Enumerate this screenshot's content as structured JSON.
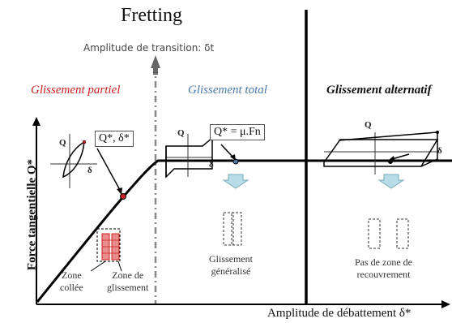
{
  "title": "Fretting",
  "transition_label": "Amplitude de transition: δt",
  "regions": {
    "partial": "Glissement partiel",
    "total": "Glissement total",
    "alternatif": "Glissement alternatif"
  },
  "axes": {
    "y": "Force tangentielle Q*",
    "x": "Amplitude de débattement δ*"
  },
  "boxes": {
    "partial": "Q*, δ*",
    "total": "Q* = μ.Fn"
  },
  "loop_axis": {
    "q": "Q",
    "delta": "δ"
  },
  "annotations": {
    "zone_collee": [
      "Zone",
      "collée"
    ],
    "zone_glissement": [
      "Zone de",
      "glissement"
    ],
    "glissement_generalise": [
      "Glissement",
      "généralisé"
    ],
    "pas_de_zone": [
      "Pas de zone de",
      "recouvrement"
    ]
  },
  "colors": {
    "partial": "#cc2020",
    "total": "#4a7aaa",
    "curve": "#000000",
    "arrow_fill": "#b8dde8"
  }
}
